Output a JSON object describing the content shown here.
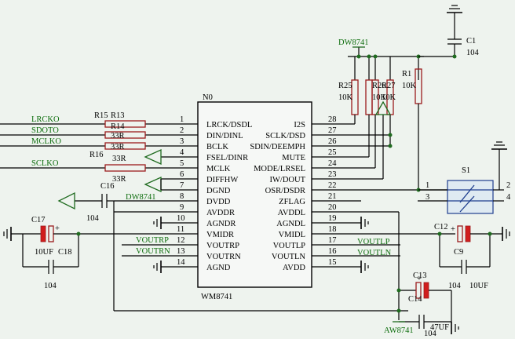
{
  "chip": {
    "ref": "N0",
    "part": "WM8741",
    "left_pins": [
      {
        "num": "1",
        "name": "LRCK/DSDL"
      },
      {
        "num": "2",
        "name": "DIN/DINL"
      },
      {
        "num": "3",
        "name": "BCLK"
      },
      {
        "num": "4",
        "name": "FSEL/DINR"
      },
      {
        "num": "5",
        "name": "MCLK"
      },
      {
        "num": "6",
        "name": "DIFFHW"
      },
      {
        "num": "7",
        "name": "DGND"
      },
      {
        "num": "8",
        "name": "DVDD"
      },
      {
        "num": "9",
        "name": "AVDDR"
      },
      {
        "num": "10",
        "name": "AGNDR"
      },
      {
        "num": "11",
        "name": "VMIDR"
      },
      {
        "num": "12",
        "name": "VOUTRP"
      },
      {
        "num": "13",
        "name": "VOUTRN"
      },
      {
        "num": "14",
        "name": "AGND"
      }
    ],
    "right_pins": [
      {
        "num": "28",
        "name": "I2S"
      },
      {
        "num": "27",
        "name": "SCLK/DSD"
      },
      {
        "num": "26",
        "name": "SDIN/DEEMPH"
      },
      {
        "num": "25",
        "name": "MUTE"
      },
      {
        "num": "24",
        "name": "MODE/LRSEL"
      },
      {
        "num": "23",
        "name": "IW/DOUT"
      },
      {
        "num": "22",
        "name": "OSR/DSDR"
      },
      {
        "num": "21",
        "name": "ZFLAG"
      },
      {
        "num": "20",
        "name": "AVDDL"
      },
      {
        "num": "19",
        "name": "AGNDL"
      },
      {
        "num": "18",
        "name": "VMIDL"
      },
      {
        "num": "17",
        "name": "VOUTLP"
      },
      {
        "num": "16",
        "name": "VOUTLN"
      },
      {
        "num": "15",
        "name": "AVDD"
      }
    ]
  },
  "left_nets": {
    "lrcko": "LRCKO",
    "sdoto": "SDOTO",
    "mclko": "MCLKO",
    "sclko": "SCLKO",
    "voutrp": "VOUTRP",
    "voutrn": "VOUTRN",
    "dw8741_left": "DW8741"
  },
  "right_nets": {
    "voutlp": "VOUTLP",
    "voutln": "VOUTLN",
    "dw8741_top": "DW8741",
    "aw8741": "AW8741"
  },
  "resistors": {
    "r15": "R15",
    "r13": "R13",
    "r14": "R14",
    "r14_val": "33R",
    "r_mclk_val": "33R",
    "r16": "R16",
    "r16_val": "33R",
    "r_sclk_val": "33R",
    "r25": "R25",
    "r25_val": "10K",
    "r26": "R26",
    "r26_val": "10K",
    "r27": "R27",
    "r27_val": "10K",
    "r1": "R1",
    "r1_val": "10K"
  },
  "capacitors": {
    "c1": "C1",
    "c1_val": "104",
    "c16": "C16",
    "c16_val": "104",
    "c17": "C17",
    "c17_val": "10UF",
    "c18": "C18",
    "c18_val": "104",
    "c12": "C12",
    "c9": "C9",
    "c12_val": "104",
    "c9_val": "10UF",
    "c13": "C13",
    "c14": "C14",
    "c13_val": "104",
    "c14_val": "47UF"
  },
  "switch": {
    "ref": "S1",
    "pin1": "1",
    "pin2": "2",
    "pin3": "3",
    "pin4": "4"
  },
  "colors": {
    "background": "#eef3ee",
    "wire": "#000000",
    "component": "#9b1c1c",
    "net_label": "#0d6d0d",
    "switch_wire": "#1f3f8f"
  }
}
